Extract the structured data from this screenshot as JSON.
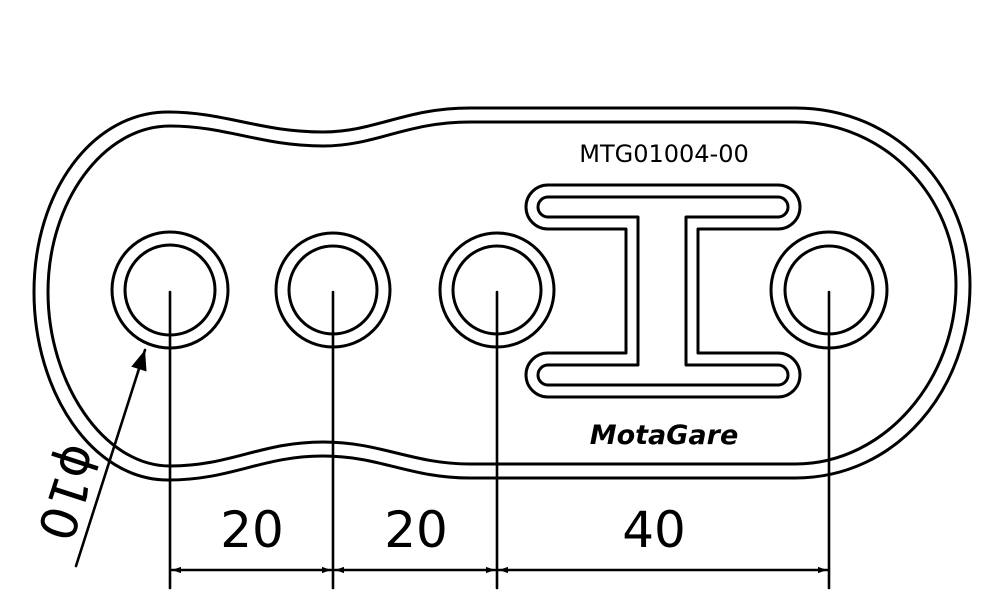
{
  "part_number": "MTG01004-00",
  "brand": "MotaGare",
  "diameter_label": "ϕ10",
  "dimensions": [
    {
      "value": "20"
    },
    {
      "value": "20"
    },
    {
      "value": "40"
    }
  ],
  "colors": {
    "line": "#000000",
    "background": "#ffffff"
  }
}
